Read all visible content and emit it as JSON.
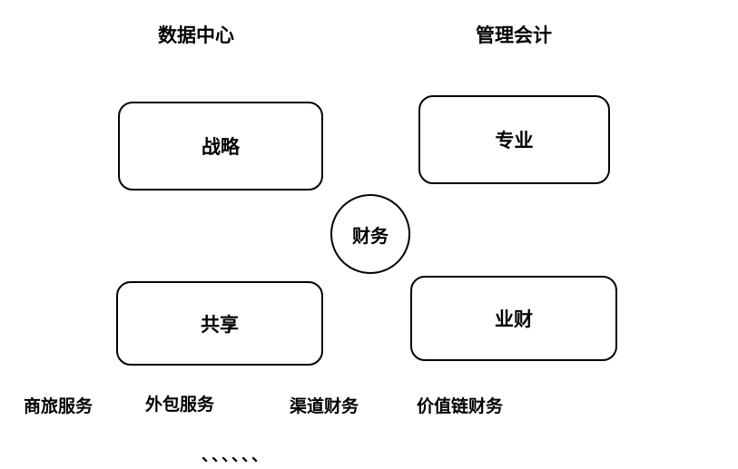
{
  "top_labels": {
    "data_center": "数据中心",
    "management_accounting": "管理会计"
  },
  "boxes": {
    "strategy": "战略",
    "professional": "专业",
    "shared": "共享",
    "business_finance": "业财"
  },
  "center": {
    "label": "财务"
  },
  "bottom_labels": [
    "商旅服务",
    "外包服务",
    "渠道财务",
    "价值链财务"
  ],
  "ellipsis": "、、、、、、"
}
